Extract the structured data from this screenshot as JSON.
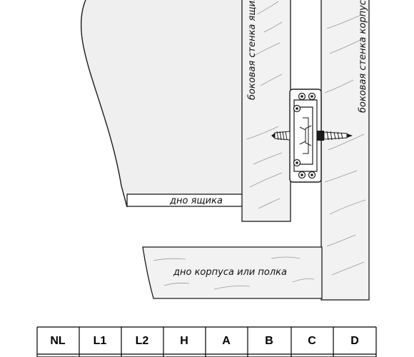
{
  "labels": {
    "drawer_bottom": "дно ящика",
    "drawer_side": "боковая стенка ящика",
    "cabinet_side": "боковая стенка корпуса",
    "cabinet_bottom": "дно корпуса или полка"
  },
  "table": {
    "headers": [
      "NL",
      "L1",
      "L2",
      "H",
      "A",
      "B",
      "C",
      "D"
    ]
  }
}
